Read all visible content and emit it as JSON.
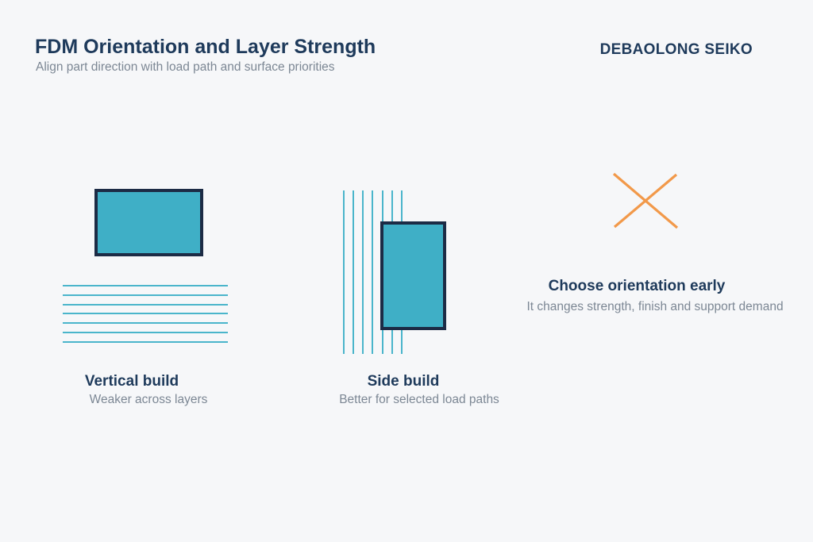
{
  "page": {
    "background_color": "#f6f7f9",
    "accent_navy": "#1e3a5b",
    "accent_gray": "#7c8794",
    "accent_teal_fill": "#3fafc6",
    "accent_teal_line": "#4ab5cb",
    "accent_border_navy": "#1c2b45",
    "accent_orange": "#f2994a"
  },
  "header": {
    "title": "FDM Orientation and Layer Strength",
    "subtitle": "Align part direction with load path and surface priorities",
    "brand": "DEBAOLONG SEIKO"
  },
  "columns": [
    {
      "title": "Vertical build",
      "caption": "Weaker across layers",
      "diagram": {
        "kind": "flat-block-over-horizontal-layer-lines",
        "line_count": 7
      }
    },
    {
      "title": "Side build",
      "caption": "Better for selected load paths",
      "diagram": {
        "kind": "upright-block-over-vertical-layer-lines",
        "line_count": 7
      }
    },
    {
      "title": "Choose orientation early",
      "caption": "It changes strength, finish and support demand",
      "diagram": {
        "kind": "orange-x-mark",
        "line_count": 0
      }
    }
  ]
}
